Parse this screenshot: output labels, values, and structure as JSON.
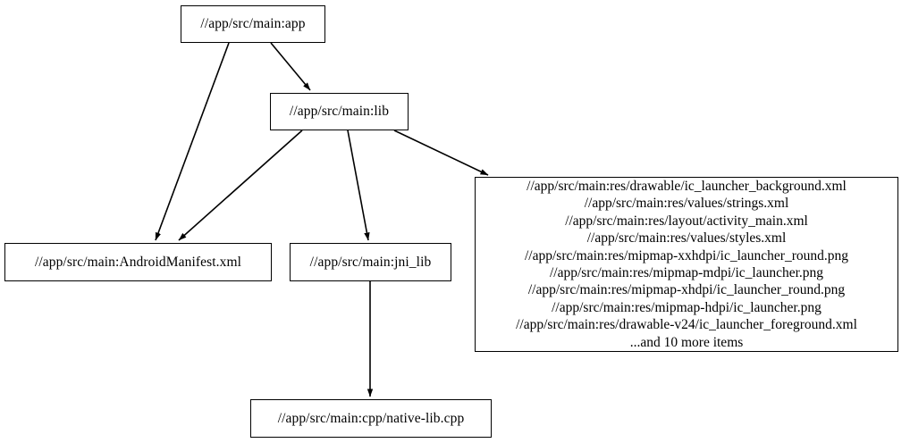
{
  "graph": {
    "type": "dependency-graph",
    "nodes": [
      {
        "id": "app",
        "label": "//app/src/main:app"
      },
      {
        "id": "lib",
        "label": "//app/src/main:lib"
      },
      {
        "id": "manifest",
        "label": "//app/src/main:AndroidManifest.xml"
      },
      {
        "id": "jni_lib",
        "label": "//app/src/main:jni_lib"
      },
      {
        "id": "native_lib",
        "label": "//app/src/main:cpp/native-lib.cpp"
      },
      {
        "id": "res_group",
        "lines": [
          "//app/src/main:res/drawable/ic_launcher_background.xml",
          "//app/src/main:res/values/strings.xml",
          "//app/src/main:res/layout/activity_main.xml",
          "//app/src/main:res/values/styles.xml",
          "//app/src/main:res/mipmap-xxhdpi/ic_launcher_round.png",
          "//app/src/main:res/mipmap-mdpi/ic_launcher.png",
          "//app/src/main:res/mipmap-xhdpi/ic_launcher_round.png",
          "//app/src/main:res/mipmap-hdpi/ic_launcher.png",
          "//app/src/main:res/drawable-v24/ic_launcher_foreground.xml",
          "...and 10 more items"
        ]
      }
    ],
    "edges": [
      {
        "from": "app",
        "to": "lib"
      },
      {
        "from": "app",
        "to": "manifest"
      },
      {
        "from": "lib",
        "to": "manifest"
      },
      {
        "from": "lib",
        "to": "jni_lib"
      },
      {
        "from": "lib",
        "to": "res_group"
      },
      {
        "from": "jni_lib",
        "to": "native_lib"
      }
    ],
    "colors": {
      "background": "#ffffff",
      "node_border": "#000000",
      "node_fill": "#ffffff",
      "edge": "#000000",
      "text": "#000000"
    }
  }
}
